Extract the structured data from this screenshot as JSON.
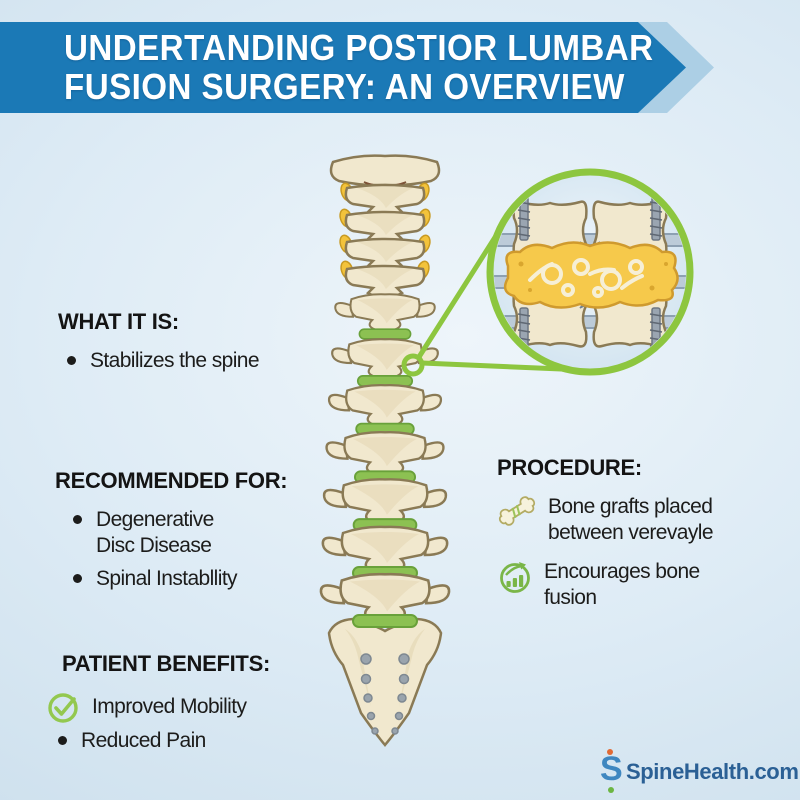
{
  "header": {
    "title_line1": "UNDERTANDING POSTIOR LUMBAR",
    "title_line2": "FUSION SURGERY: AN OVERVIEW"
  },
  "sections": {
    "what_it_is": {
      "heading": "WHAT IT IS:",
      "items": [
        {
          "marker": "bullet-dot",
          "text": "Stabilizes the spine"
        }
      ]
    },
    "recommended_for": {
      "heading": "RECOMMENDED FOR:",
      "items": [
        {
          "marker": "bullet-dot",
          "text": "Degenerative\nDisc Disease"
        },
        {
          "marker": "bullet-dot",
          "text": "Spinal Instabllity"
        }
      ]
    },
    "patient_benefits": {
      "heading": "PATIENT BENEFITS:",
      "items": [
        {
          "marker": "check-circle-icon",
          "text": "Improved Mobility"
        },
        {
          "marker": "bullet-dot",
          "text": "Reduced Pain"
        }
      ]
    },
    "procedure": {
      "heading": "PROCEDURE:",
      "items": [
        {
          "marker": "bone-icon",
          "text": "Bone grafts placed\nbetween verevayle"
        },
        {
          "marker": "bone-growth-icon",
          "text": "Encourages bone\nfusion"
        }
      ]
    }
  },
  "illustration": {
    "spine_view": "posterior spine with green intervertebral discs, yellow cervical ligaments and sacrum",
    "magnifier_detail": "fused vertebrae with rods, screws and yellow bone graft",
    "icons": [
      "spine-illustration",
      "magnifier-detail-circle",
      "callout-ring",
      "check-circle-icon",
      "bone-icon",
      "bone-growth-icon"
    ]
  },
  "footer": {
    "logo_mark": "S",
    "logo_text": "SpineHealth.com"
  },
  "colors": {
    "banner_blue": "#1b79b6",
    "banner_light_blue": "#accfe5",
    "accent_green": "#8dc63f",
    "text_black": "#1c1c1b",
    "logo_blue": "#2b6095",
    "logo_mark_blue": "#3f87c0",
    "logo_dot_orange": "#e06a35",
    "logo_dot_green": "#6cb643",
    "bone_fill": "#f1e8ce",
    "disc_green": "#8cc152",
    "graft_yellow": "#f6c94b"
  }
}
